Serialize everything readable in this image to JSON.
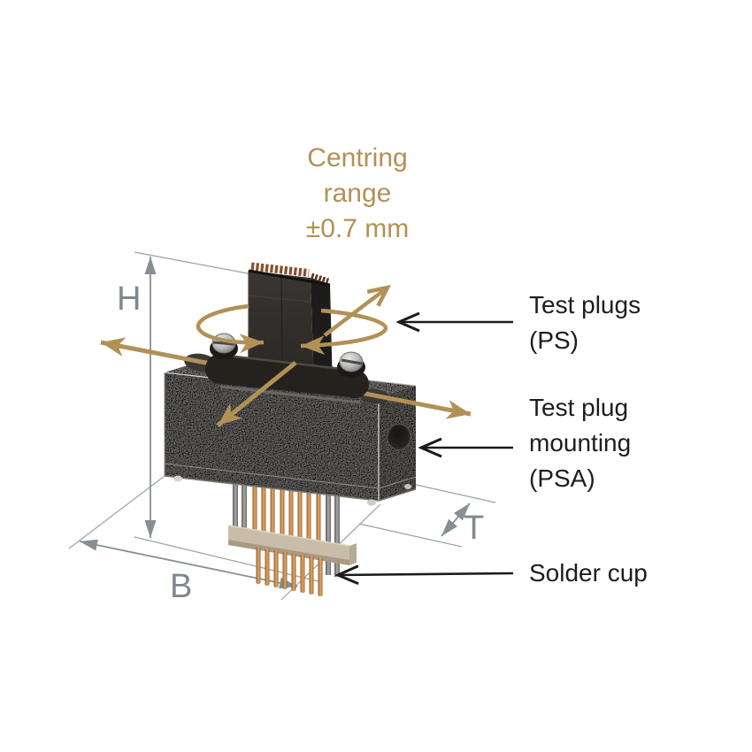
{
  "annotations": {
    "centring_note": {
      "line1": "Centring",
      "line2": "range",
      "line3": "±0.7 mm"
    },
    "labels": {
      "test_plugs": {
        "line1": "Test plugs",
        "line2": "(PS)"
      },
      "test_plug_mounting": {
        "line1": "Test plug",
        "line2": "mounting",
        "line3": "(PSA)"
      },
      "solder_cup": "Solder cup"
    },
    "dimensions": {
      "height": "H",
      "width": "B",
      "depth": "T"
    }
  },
  "colors": {
    "accent_gold": "#b19157",
    "dimension_gray": "#868f94",
    "label_black": "#1d1d1b",
    "body_metal": "#a8a49e",
    "plug_black": "#2f2c29",
    "pin_copper": "#b67c41",
    "collar_tan": "#c9bdaa"
  }
}
